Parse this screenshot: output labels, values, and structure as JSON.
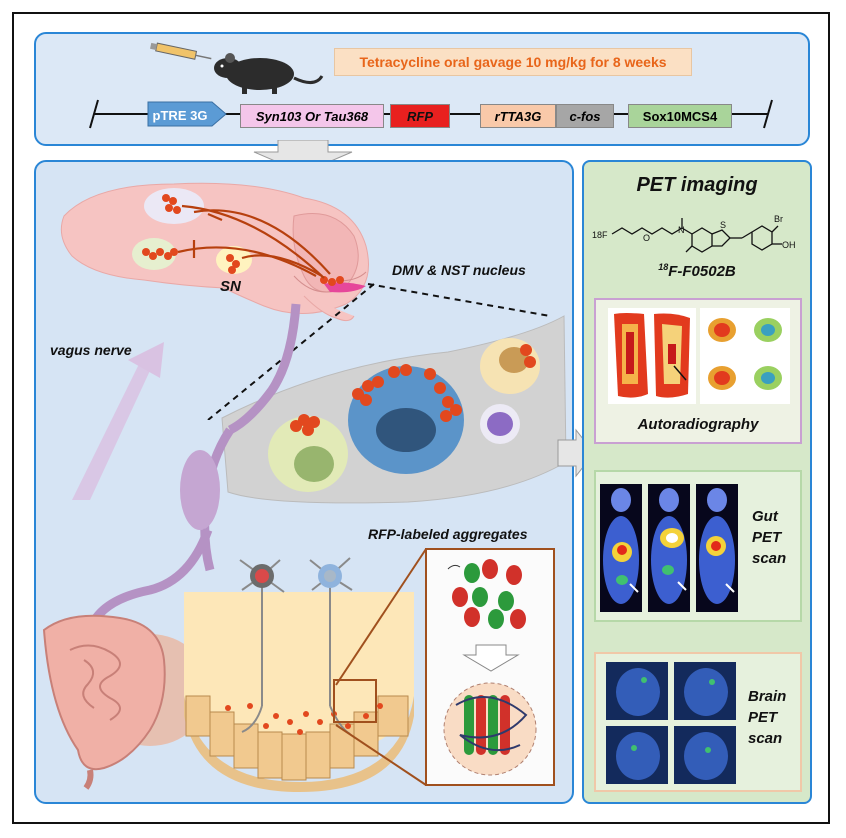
{
  "banner": "Tetracycline oral gavage 10 mg/kg for 8 weeks",
  "constructs": {
    "ptre": "pTRE 3G",
    "syn": "Syn103  Or Tau368",
    "rfp": "RFP",
    "rtta": "rTTA3G",
    "cfos": "c-fos",
    "sox": "Sox10MCS4"
  },
  "labels": {
    "sn": "SN",
    "dmv": "DMV & NST nucleus",
    "vagus": "vagus nerve",
    "aggregates": "RFP-labeled aggregates"
  },
  "right": {
    "title": "PET imaging",
    "tracer": "F-F0502B",
    "tracer_sup": "18",
    "chem_f": "18F",
    "chem_br": "Br",
    "chem_oh": "OH",
    "chem_n": "N",
    "chem_s": "S",
    "chem_o": "O",
    "autorad": "Autoradiography",
    "gut_1": "Gut",
    "gut_2": "PET",
    "gut_3": "scan",
    "brain_1": "Brain",
    "brain_2": "PET",
    "brain_3": "scan"
  },
  "colors": {
    "panel_border": "#2a86d6",
    "panel_bg": "#d6e4f4",
    "right_bg": "#d6e8c9",
    "banner_bg": "#fbe0c4",
    "aggregate_red": "#e2481e",
    "nerve": "#b592c4"
  }
}
